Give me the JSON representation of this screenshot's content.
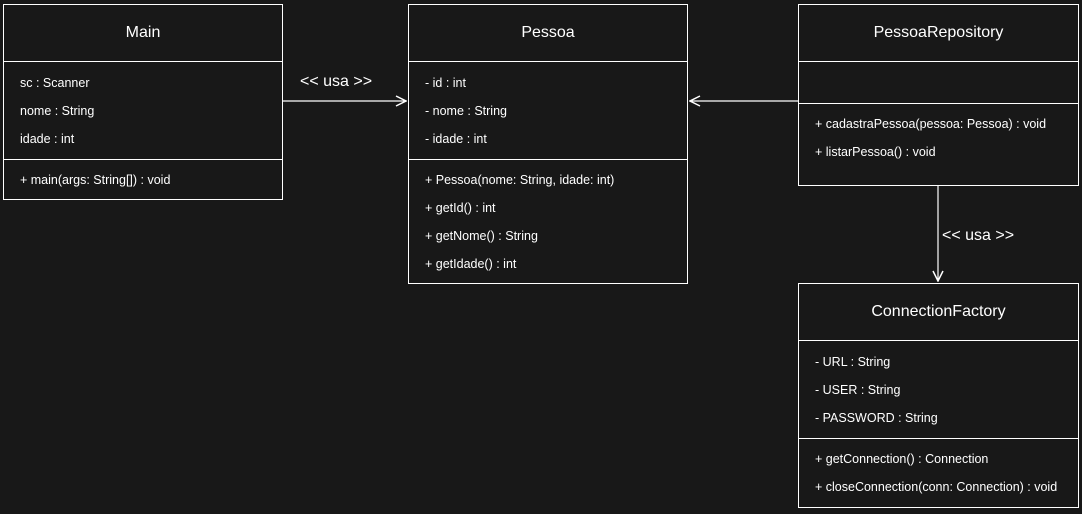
{
  "classes": {
    "main": {
      "name": "Main",
      "attributes": [
        "sc : Scanner",
        "nome : String",
        "idade : int"
      ],
      "methods": [
        "+ main(args: String[]) : void"
      ]
    },
    "pessoa": {
      "name": "Pessoa",
      "attributes": [
        "- id : int",
        "- nome : String",
        "- idade : int"
      ],
      "methods": [
        "+ Pessoa(nome: String, idade: int)",
        "+ getId() : int",
        "+ getNome() : String",
        "+ getIdade() : int"
      ]
    },
    "repository": {
      "name": "PessoaRepository",
      "attributes": [],
      "methods": [
        "+ cadastraPessoa(pessoa: Pessoa) : void",
        "+ listarPessoa() : void"
      ]
    },
    "factory": {
      "name": "ConnectionFactory",
      "attributes": [
        "- URL : String",
        "- USER : String",
        "- PASSWORD : String"
      ],
      "methods": [
        "+ getConnection() : Connection",
        "+ closeConnection(conn: Connection) : void"
      ]
    }
  },
  "relations": {
    "main_pessoa": "<< usa >>",
    "repository_factory": "<< usa >>"
  }
}
